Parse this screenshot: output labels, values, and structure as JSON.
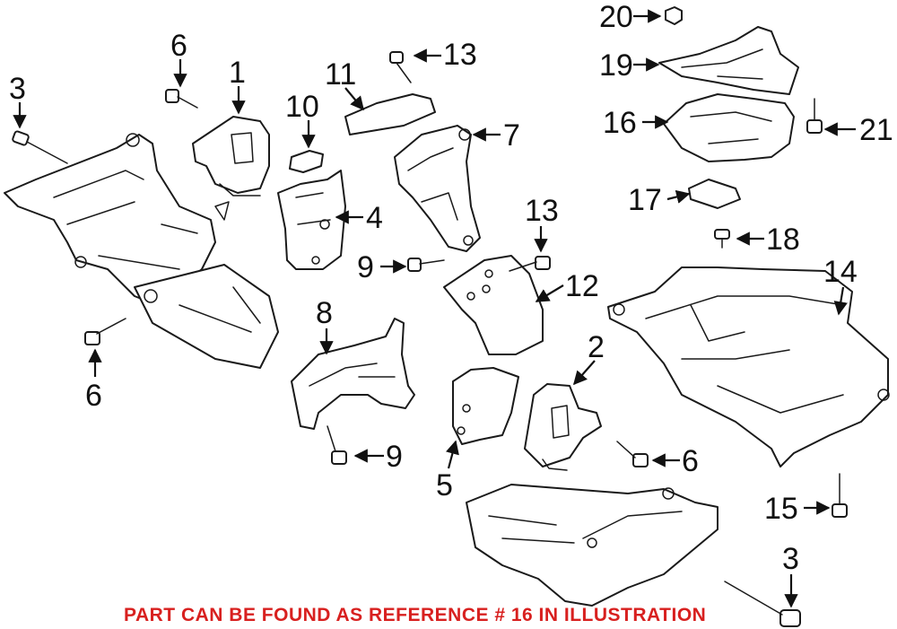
{
  "callouts": [
    "1",
    "2",
    "3",
    "3",
    "4",
    "5",
    "6",
    "6",
    "6",
    "7",
    "8",
    "9",
    "9",
    "10",
    "11",
    "12",
    "13",
    "13",
    "14",
    "15",
    "16",
    "17",
    "18",
    "19",
    "20",
    "21"
  ],
  "note": "PART CAN BE FOUND AS REFERENCE # 16 IN ILLUSTRATION",
  "colors": {
    "note": "#d8201f",
    "line": "#1a1a1a"
  }
}
